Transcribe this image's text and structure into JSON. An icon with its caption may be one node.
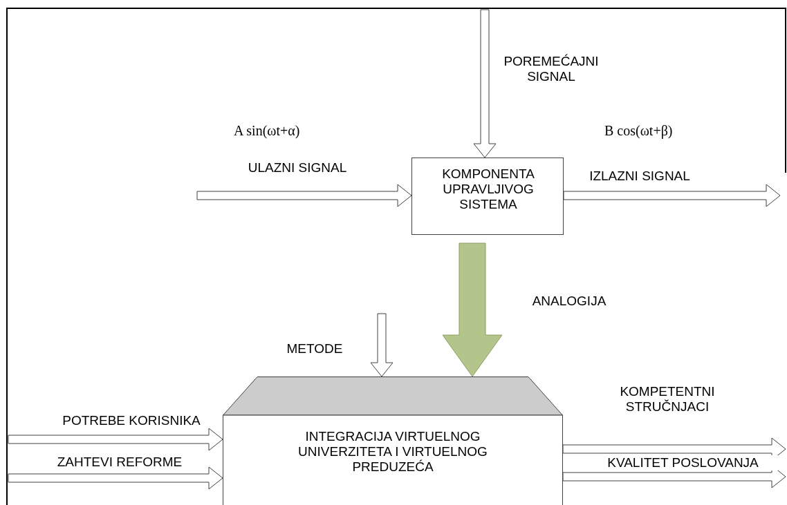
{
  "diagram": {
    "nodes": [
      {
        "text": [
          "KOMPONENTA UPRAVLJIVOG SISTEMA"
        ]
      },
      {
        "text": [
          "INTEGRACIJA VIRTUELNOG UNIVERZITETA I VIRTUELNOG PREDUZEĆA"
        ]
      }
    ],
    "edges": [
      {
        "from": null,
        "to": 0,
        "arrow": "to",
        "label": "POREMEĆAJNI SIGNAL"
      },
      {
        "from": null,
        "to": 0,
        "arrow": "to",
        "label": "ULAZNI SIGNAL"
      },
      {
        "from": 0,
        "to": null,
        "arrow": "to",
        "label": "IZLAZNI SIGNAL"
      },
      {
        "from": 0,
        "to": 1,
        "arrow": "to",
        "label": "ANALOGIJA",
        "style": "thick",
        "color": "#b3c58a"
      },
      {
        "from": null,
        "to": 1,
        "arrow": "to",
        "label": "METODE"
      },
      {
        "from": null,
        "to": 1,
        "arrow": "to",
        "label": "POTREBE KORISNIKA"
      },
      {
        "from": null,
        "to": 1,
        "arrow": "to",
        "label": "ZAHTEVI REFORME"
      },
      {
        "from": 1,
        "to": null,
        "arrow": "to",
        "label": "KOMPETENTNI STRUČNJACI"
      },
      {
        "from": 1,
        "to": null,
        "arrow": "to",
        "label": "KVALITET POSLOVANJA"
      }
    ],
    "labels": [
      "A sin(ωt+α)",
      "B cos(ωt+β)"
    ]
  }
}
